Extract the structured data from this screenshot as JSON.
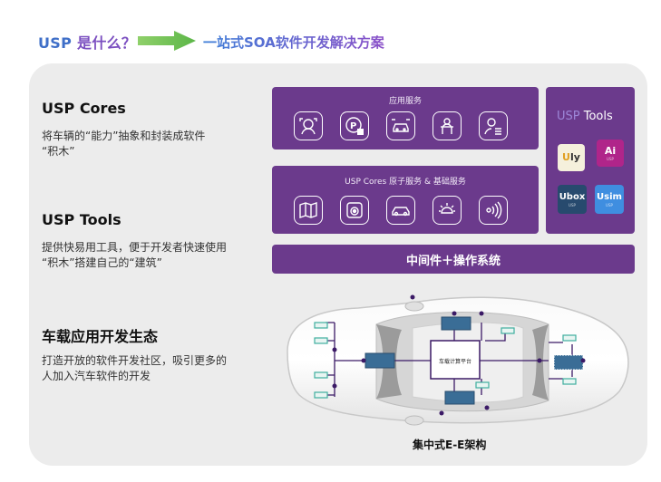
{
  "header": {
    "question_prefix": "USP",
    "question_zh": " 是什么？",
    "subtitle": "一站式SOA软件开发解决方案"
  },
  "left": {
    "cores": {
      "title": "USP Cores",
      "desc_line1": "将车辆的“能力”抽象和封装成软件",
      "desc_line2": "“积木”"
    },
    "tools": {
      "title": "USP Tools",
      "desc_line1": "提供快易用工具，便于开发者快速使用",
      "desc_line2": "“积木”搭建自己的“建筑”"
    },
    "ecosystem": {
      "title": "车载应用开发生态",
      "desc_line1": "打造开放的软件开发社区，吸引更多的",
      "desc_line2": "人加入汽车软件的开发"
    }
  },
  "app_services": {
    "title": "应用服务",
    "icons": [
      "face-id-icon",
      "parking-icon",
      "car-service-icon",
      "child-seat-icon",
      "user-profile-icon"
    ]
  },
  "atomic_services": {
    "title": "USP Cores 原子服务 & 基础服务",
    "icons": [
      "map-icon",
      "speaker-icon",
      "car-icon",
      "light-icon",
      "signal-icon"
    ]
  },
  "tools_box": {
    "title_usp": "USP",
    "title_rest": " Tools",
    "logos": [
      {
        "name": "Uly",
        "sub": "USP",
        "bg": "#f5f0dc",
        "fg": "#333333",
        "accent": "#e0a021"
      },
      {
        "name": "Ai",
        "sub": "USP",
        "bg": "#b0258a",
        "fg": "#ffffff",
        "accent": "#ffffff"
      },
      {
        "name": "Ubox",
        "sub": "USP",
        "bg": "#274a6e",
        "fg": "#ffffff",
        "accent": "#ffffff"
      },
      {
        "name": "Usim",
        "sub": "USP",
        "bg": "#3f8ee0",
        "fg": "#ffffff",
        "accent": "#ffffff"
      }
    ]
  },
  "middleware": {
    "label": "中间件＋操作系统"
  },
  "car": {
    "central_label": "车载计算平台",
    "caption": "集中式E-E架构"
  },
  "colors": {
    "purple": "#6b3a8c",
    "panel": "#ececec",
    "ecu_teal": "#3fae9e",
    "module_blue": "#3a6d96",
    "node_purple": "#3b1a66"
  }
}
